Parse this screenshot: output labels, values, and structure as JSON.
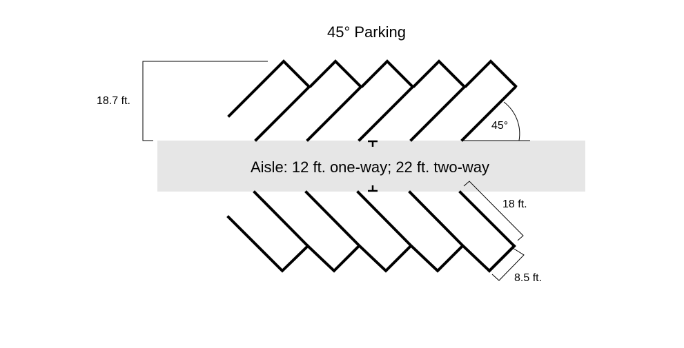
{
  "title": "45° Parking",
  "aisle_label": "Aisle: 12 ft. one-way; 22 ft. two-way",
  "dimensions": {
    "row_depth": "18.7 ft.",
    "angle": "45°",
    "stall_length": "18 ft.",
    "stall_width": "8.5 ft."
  },
  "stalls_per_row": 5
}
